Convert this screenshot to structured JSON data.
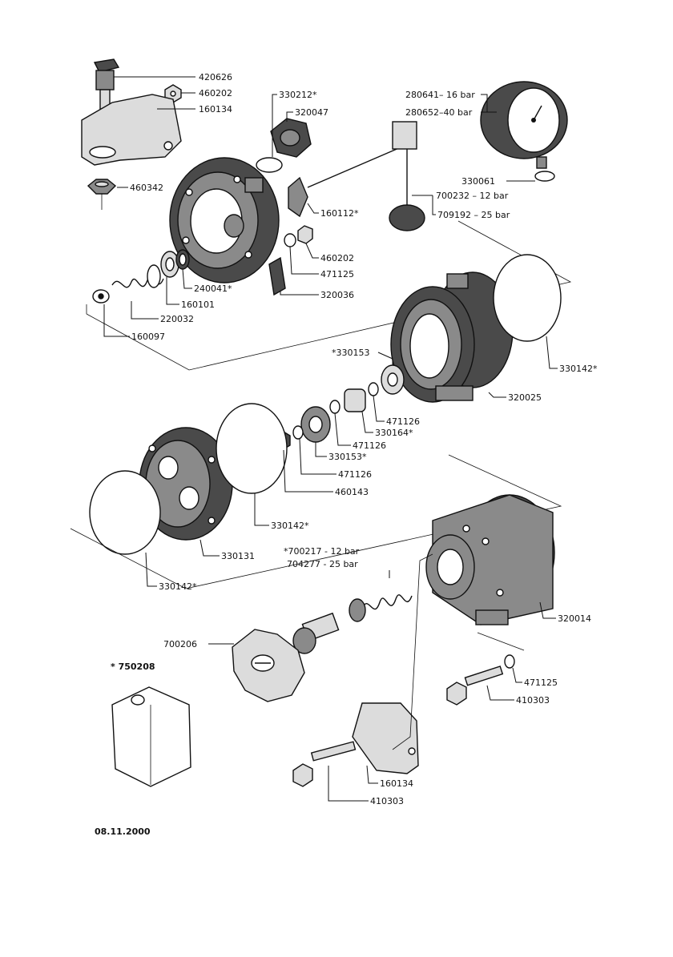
{
  "labels": {
    "l_420626": "420626",
    "l_460202_a": "460202",
    "l_160134_a": "160134",
    "l_460342": "460342",
    "l_330212": "330212*",
    "l_320047": "320047",
    "l_160112": "160112*",
    "l_460202_b": "460202",
    "l_471125_a": "471125",
    "l_320036": "320036",
    "l_240041": "240041*",
    "l_160101": "160101",
    "l_220032": "220032",
    "l_160097": "160097",
    "l_280641": "280641– 16 bar",
    "l_280652": "280652–40 bar",
    "l_330061": "330061",
    "l_700232": "700232 – 12 bar",
    "l_709192": "709192 – 25 bar",
    "l_330153_a": "*330153",
    "l_330142_a": "330142*",
    "l_320025": "320025",
    "l_471126_a": "471126",
    "l_330164": "330164*",
    "l_471126_b": "471126",
    "l_330153_b": "330153*",
    "l_471126_c": "471126",
    "l_460143": "460143",
    "l_330142_b": "330142*",
    "l_330131": "330131",
    "l_330142_c": "330142*",
    "l_700217": "*700217 - 12 bar",
    "l_704277": "704277 - 25 bar",
    "l_320014": "320014",
    "l_700206": "700206",
    "l_750208": "* 750208",
    "l_471125_b": "471125",
    "l_410303_a": "410303",
    "l_160134_b": "160134",
    "l_410303_b": "410303",
    "date": "08.11.2000"
  },
  "colors": {
    "ink": "#111111",
    "shade_dark": "#4a4a4a",
    "shade_mid": "#8a8a8a",
    "shade_light": "#dcdcdc"
  },
  "icons": {
    "bag_icon": "package-bag-icon",
    "gauge_icon": "pressure-gauge-icon"
  }
}
